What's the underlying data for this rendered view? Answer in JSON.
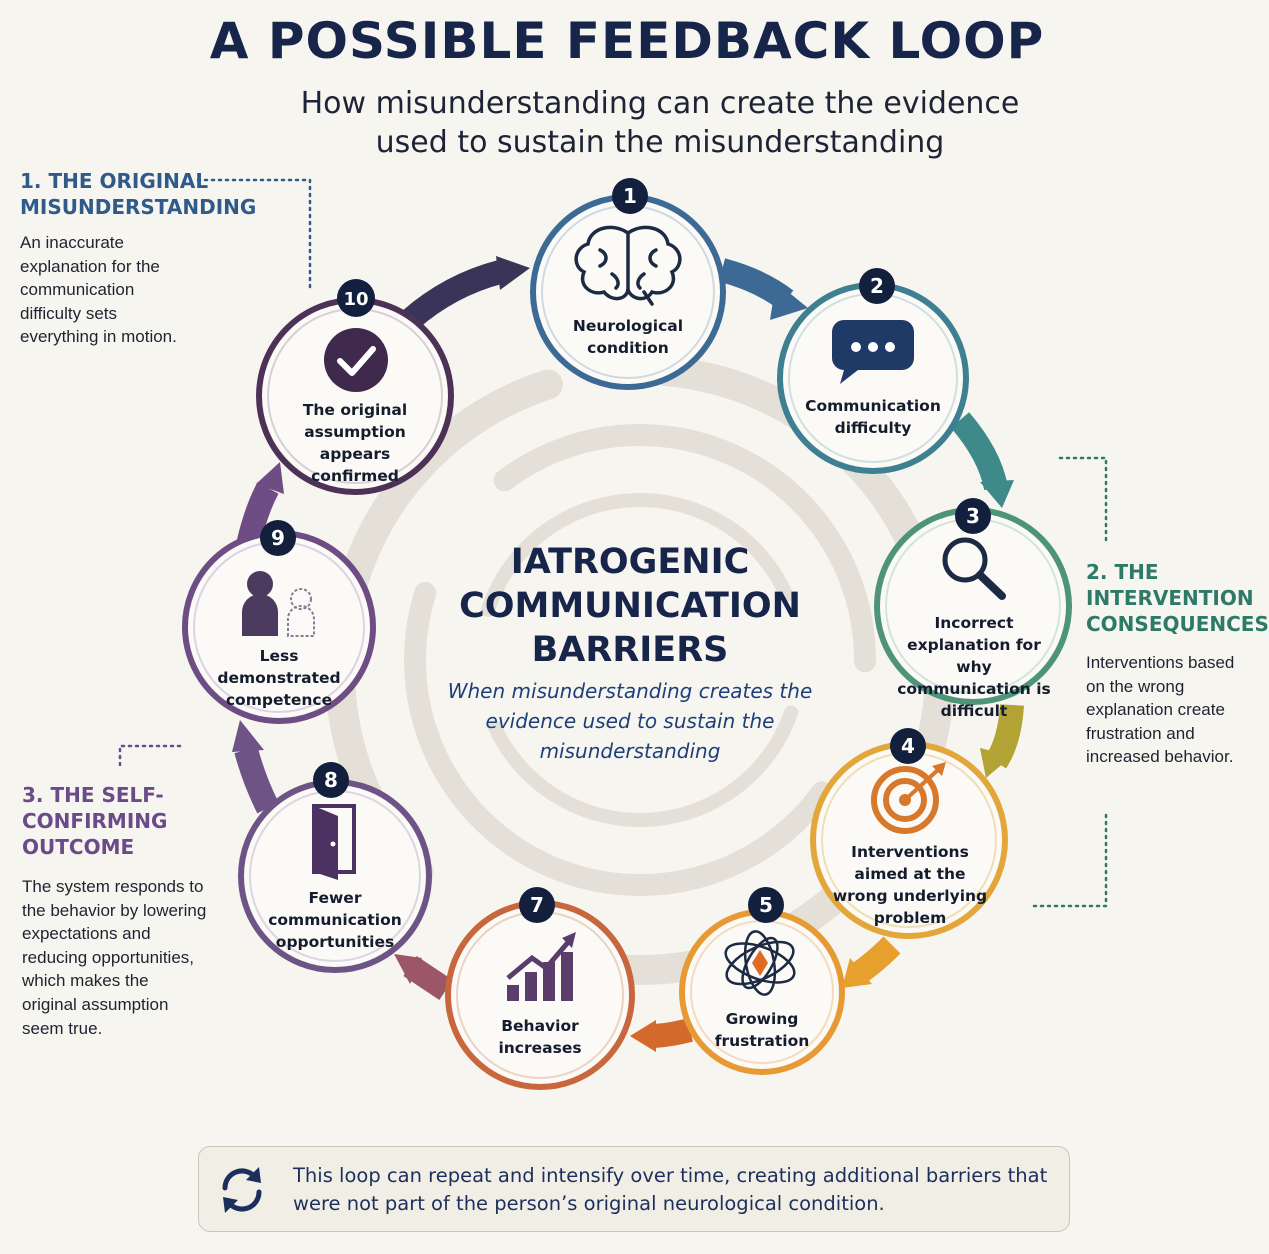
{
  "title": "A POSSIBLE FEEDBACK LOOP",
  "subtitle": "How misunderstanding can create the evidence used to sustain the misunderstanding",
  "center": {
    "title": "IATROGENIC COMMUNICATION BARRIERS",
    "subtitle": "When misunderstanding creates the evidence used to sustain the misunderstanding"
  },
  "sections": [
    {
      "heading": "1. THE ORIGINAL MISUNDERSTANDING",
      "body": "An inaccurate explanation for the communication difficulty sets everything in motion.",
      "color": "#2f5a8a"
    },
    {
      "heading": "2. THE INTERVENTION CONSEQUENCES",
      "body": "Interventions based on the wrong explanation create frustration and increased behavior.",
      "color": "#2e7a68"
    },
    {
      "heading": "3. THE SELF-CONFIRMING OUTCOME",
      "body": "The system responds to the behavior by lowering expectations and reducing opportunities, which makes the original assumption seem true.",
      "color": "#6b4a8a"
    }
  ],
  "steps": [
    {
      "num": "1",
      "label": "Neurological condition",
      "icon": "brain-icon",
      "color": "#3d6a95"
    },
    {
      "num": "2",
      "label": "Communication difficulty",
      "icon": "speech-bubble-icon",
      "color": "#3e7f92"
    },
    {
      "num": "3",
      "label": "Incorrect explanation for why communication is difficult",
      "icon": "magnifier-icon",
      "color": "#4e9478"
    },
    {
      "num": "4",
      "label": "Interventions aimed at the wrong underlying problem",
      "icon": "target-icon",
      "color": "#e3a63a"
    },
    {
      "num": "5",
      "label": "Growing frustration",
      "icon": "tangle-icon",
      "color": "#e79a34"
    },
    {
      "num": "7",
      "label": "Behavior increases",
      "icon": "rising-chart-icon",
      "color": "#c8673d"
    },
    {
      "num": "8",
      "label": "Fewer communication opportunities",
      "icon": "door-icon",
      "color": "#6e5486"
    },
    {
      "num": "9",
      "label": "Less demonstrated competence",
      "icon": "person-icon",
      "color": "#6e4c84"
    },
    {
      "num": "10",
      "label": "The original assumption appears confirmed",
      "icon": "checkmark-icon",
      "color": "#4d3156"
    }
  ],
  "banner": {
    "text": "This loop can repeat and intensify over time, creating additional barriers that were not part of the person’s original neurological condition.",
    "icon": "cycle-arrows-icon"
  }
}
